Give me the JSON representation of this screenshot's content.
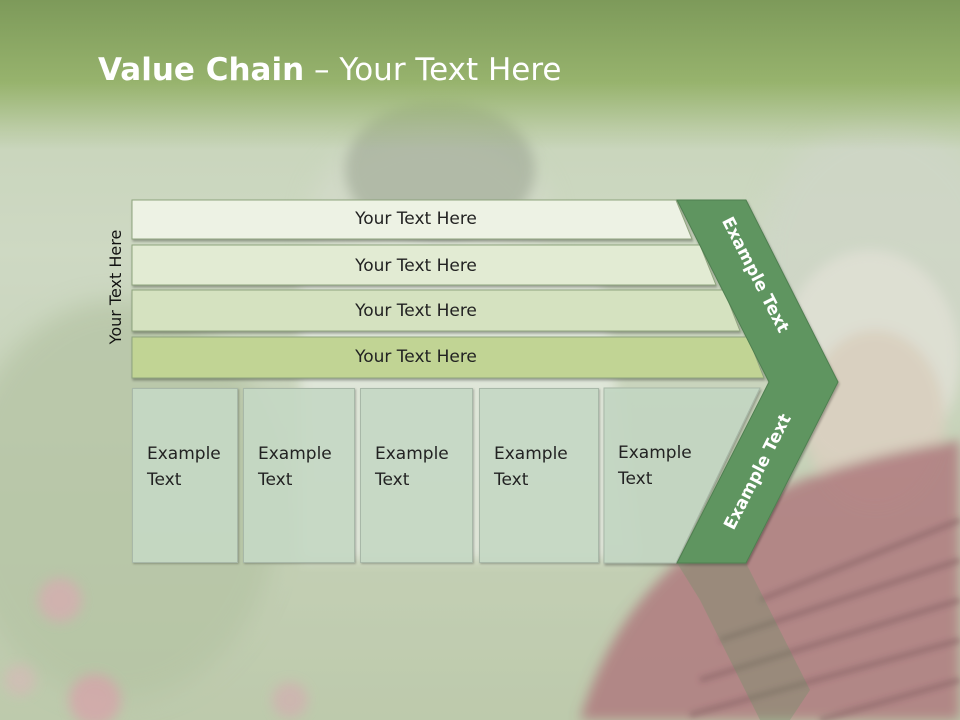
{
  "title": {
    "bold": "Value Chain",
    "rest": " – Your Text Here"
  },
  "side_label": "Your Text Here",
  "bars": [
    {
      "label": "Your Text Here"
    },
    {
      "label": "Your Text Here"
    },
    {
      "label": "Your Text Here"
    },
    {
      "label": "Your Text Here"
    }
  ],
  "cells": [
    {
      "label": "Example\nText"
    },
    {
      "label": "Example\nText"
    },
    {
      "label": "Example\nText"
    },
    {
      "label": "Example\nText"
    },
    {
      "label": "Example\nText"
    }
  ],
  "chevron": {
    "upper": "Example Text",
    "lower": "Example Text"
  },
  "colors": {
    "title_band": "#97b36d",
    "chevron": "#5e9560",
    "bar_1": "#edf2e4",
    "bar_2": "#e2ebd3",
    "bar_3": "#d5e2c0",
    "bar_4": "#c1d494",
    "cell": "#c4d8c4"
  }
}
